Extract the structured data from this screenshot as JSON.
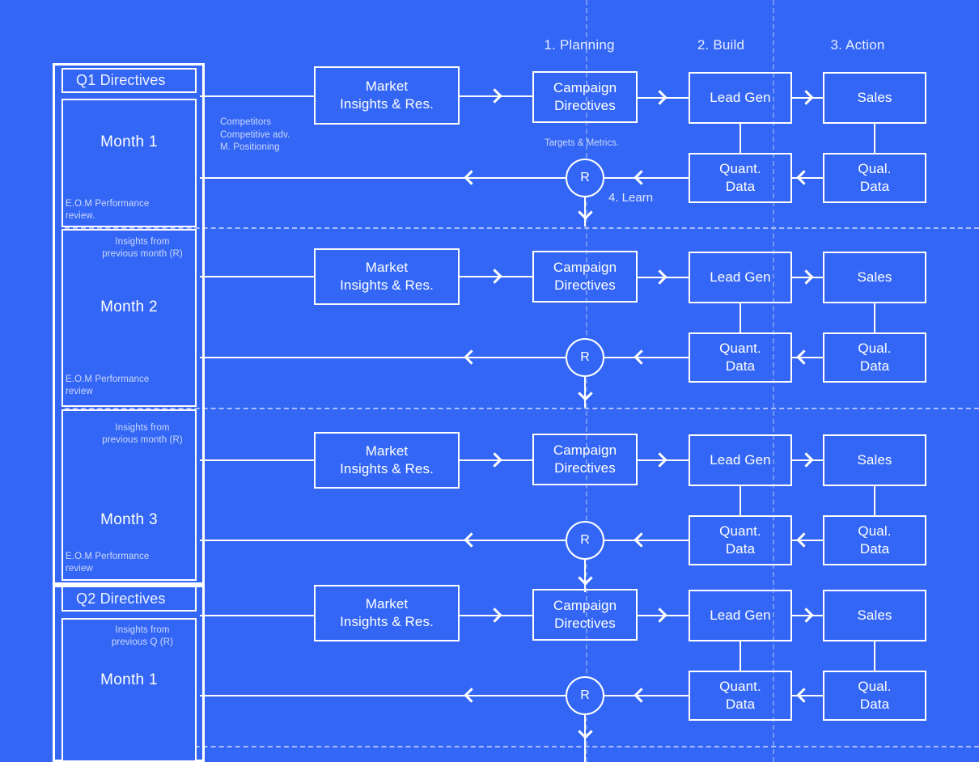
{
  "theme": {
    "background": "#3366f5",
    "stroke": "#ffffff",
    "muted_text": "#ccd8fa",
    "dashed_divider": "#a9bdf9",
    "dashed_column": "#8aa6f7"
  },
  "phases": [
    {
      "label": "1. Planning"
    },
    {
      "label": "2. Build"
    },
    {
      "label": "3. Action"
    }
  ],
  "learn_label": "4. Learn",
  "annotations": {
    "market_inputs": "Competitors\nCompetitive adv.\nM. Positioning",
    "targets_metrics": "Targets & Metrics."
  },
  "timeline": {
    "quarters": [
      {
        "label": "Q1 Directives"
      },
      {
        "label": "Q2 Directives"
      }
    ],
    "months": [
      {
        "title": "Month 1",
        "top_note": "",
        "bottom_note": "E.O.M Performance\nreview."
      },
      {
        "title": "Month 2",
        "top_note": "Insights from\nprevious month (R)",
        "bottom_note": "E.O.M Performance\nreview"
      },
      {
        "title": "Month 3",
        "top_note": "Insights from\nprevious month (R)",
        "bottom_note": "E.O.M Performance\nreview"
      },
      {
        "title": "Month 1",
        "top_note": "Insights from\nprevious Q (R)",
        "bottom_note": ""
      }
    ]
  },
  "rows": [
    {
      "boxes": {
        "market": "Market\nInsights & Res.",
        "campaign": "Campaign\nDirectives",
        "leadgen": "Lead Gen",
        "sales": "Sales",
        "quant": "Quant.\nData",
        "qual": "Qual.\nData"
      },
      "node": "R"
    },
    {
      "boxes": {
        "market": "Market\nInsights & Res.",
        "campaign": "Campaign\nDirectives",
        "leadgen": "Lead Gen",
        "sales": "Sales",
        "quant": "Quant.\nData",
        "qual": "Qual.\nData"
      },
      "node": "R"
    },
    {
      "boxes": {
        "market": "Market\nInsights & Res.",
        "campaign": "Campaign\nDirectives",
        "leadgen": "Lead Gen",
        "sales": "Sales",
        "quant": "Quant.\nData",
        "qual": "Qual.\nData"
      },
      "node": "R"
    },
    {
      "boxes": {
        "market": "Market\nInsights & Res.",
        "campaign": "Campaign\nDirectives",
        "leadgen": "Lead Gen",
        "sales": "Sales",
        "quant": "Quant.\nData",
        "qual": "Qual.\nData"
      },
      "node": "R"
    }
  ]
}
